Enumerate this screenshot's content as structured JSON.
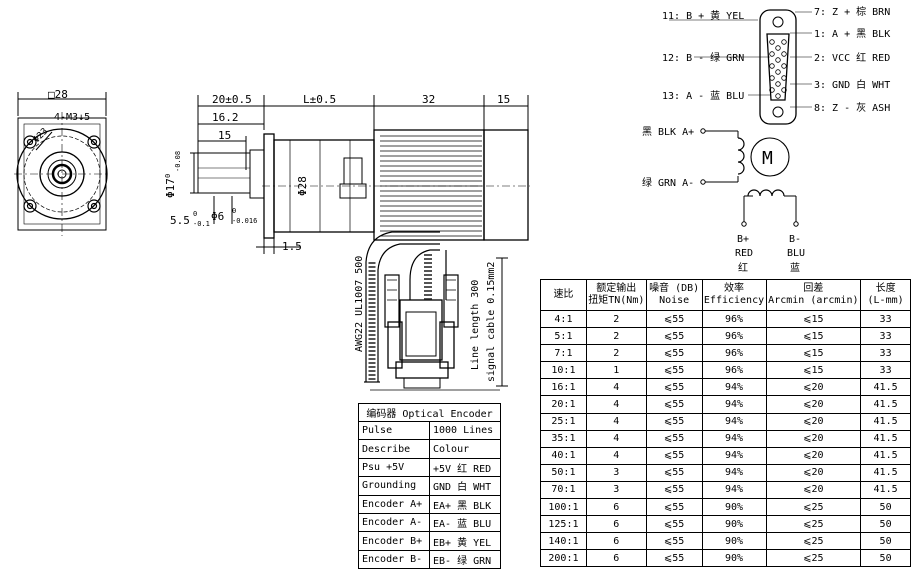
{
  "front_view": {
    "square_dim": "□28",
    "thread_label": "4-M3↓5",
    "bolt_circle": "Φ23"
  },
  "side_view": {
    "dim_shaft_zone": "20±0.5",
    "dim_gearbox": "L±0.5",
    "dim_motor": "32",
    "dim_encoder": "15",
    "dim_16_2": "16.2",
    "dim_15": "15",
    "dim_phi17": "Φ17",
    "dim_phi17_tol": "-0.08",
    "dim_phi17_top": "0",
    "dim_phi28": "Φ28",
    "dim_5_5": "5.5",
    "dim_5_5_tol": "-0.1",
    "dim_5_5_top": "0",
    "dim_phi6": "Φ6",
    "dim_phi6_tol": "-0.016",
    "dim_phi6_top": "0",
    "dim_1_5": "1.5"
  },
  "cable": {
    "awg_label": "AWG22 UL1007 500",
    "line_length": "Line length 300",
    "signal_cable": "signal cable 0.15mm2"
  },
  "connector_pins": {
    "left": [
      "11: B + 黄 YEL",
      "12: B - 绿 GRN",
      "13: A - 蓝 BLU"
    ],
    "right": [
      "7: Z + 棕 BRN",
      "1: A + 黑 BLK",
      "2: VCC 红 RED",
      "3: GND 白 WHT",
      "8: Z - 灰 ASH"
    ]
  },
  "motor_wiring": {
    "a_plus": "黑 BLK A+",
    "a_minus": "绿 GRN A-",
    "motor_symbol": "M",
    "b_plus": "B+",
    "b_plus_color": "RED",
    "b_plus_cn": "红",
    "b_minus": "B-",
    "b_minus_color": "BLU",
    "b_minus_cn": "蓝"
  },
  "encoder_table": {
    "title": "编码器 Optical Encoder",
    "rows": [
      [
        "Pulse",
        "1000 Lines"
      ],
      [
        "Describe",
        "Colour"
      ],
      [
        "Psu +5V",
        "+5V 红 RED"
      ],
      [
        "Grounding",
        "GND 白 WHT"
      ],
      [
        "Encoder A+",
        "EA+ 黑 BLK"
      ],
      [
        "Encoder A-",
        "EA- 蓝 BLU"
      ],
      [
        "Encoder B+",
        "EB+ 黄 YEL"
      ],
      [
        "Encoder B-",
        "EB- 绿 GRN"
      ]
    ]
  },
  "ratio_table": {
    "headers": [
      [
        "速比"
      ],
      [
        "额定输出",
        "扭矩TN(Nm)"
      ],
      [
        "噪音 (DB)",
        "Noise"
      ],
      [
        "效率",
        "Efficiency"
      ],
      [
        "回差",
        "Arcmin (arcmin)"
      ],
      [
        "长度",
        "(L-mm)"
      ]
    ],
    "rows": [
      [
        "4:1",
        "2",
        "⩽55",
        "96%",
        "⩽15",
        "33"
      ],
      [
        "5:1",
        "2",
        "⩽55",
        "96%",
        "⩽15",
        "33"
      ],
      [
        "7:1",
        "2",
        "⩽55",
        "96%",
        "⩽15",
        "33"
      ],
      [
        "10:1",
        "1",
        "⩽55",
        "96%",
        "⩽15",
        "33"
      ],
      [
        "16:1",
        "4",
        "⩽55",
        "94%",
        "⩽20",
        "41.5"
      ],
      [
        "20:1",
        "4",
        "⩽55",
        "94%",
        "⩽20",
        "41.5"
      ],
      [
        "25:1",
        "4",
        "⩽55",
        "94%",
        "⩽20",
        "41.5"
      ],
      [
        "35:1",
        "4",
        "⩽55",
        "94%",
        "⩽20",
        "41.5"
      ],
      [
        "40:1",
        "4",
        "⩽55",
        "94%",
        "⩽20",
        "41.5"
      ],
      [
        "50:1",
        "3",
        "⩽55",
        "94%",
        "⩽20",
        "41.5"
      ],
      [
        "70:1",
        "3",
        "⩽55",
        "94%",
        "⩽20",
        "41.5"
      ],
      [
        "100:1",
        "6",
        "⩽55",
        "90%",
        "⩽25",
        "50"
      ],
      [
        "125:1",
        "6",
        "⩽55",
        "90%",
        "⩽25",
        "50"
      ],
      [
        "140:1",
        "6",
        "⩽55",
        "90%",
        "⩽25",
        "50"
      ],
      [
        "200:1",
        "6",
        "⩽55",
        "90%",
        "⩽25",
        "50"
      ]
    ]
  }
}
